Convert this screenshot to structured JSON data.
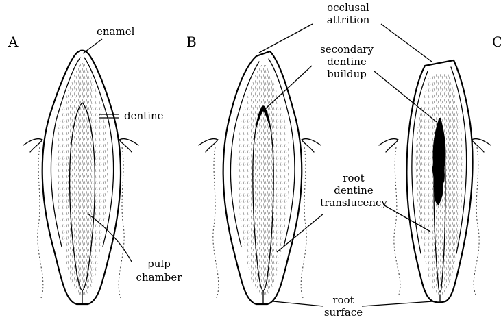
{
  "panels": [
    {
      "letter": "A"
    },
    {
      "letter": "B"
    },
    {
      "letter": "C"
    }
  ],
  "labels": {
    "enamel": "enamel",
    "dentine": "dentine",
    "pulp_chamber": [
      "pulp",
      "chamber"
    ],
    "occlusal_attrition": [
      "occlusal",
      "attrition"
    ],
    "secondary_dentine_buildup": [
      "secondary",
      "dentine",
      "buildup"
    ],
    "root_dentine_translucency": [
      "root",
      "dentine",
      "translucency"
    ],
    "root_surface": [
      "root",
      "surface"
    ]
  }
}
